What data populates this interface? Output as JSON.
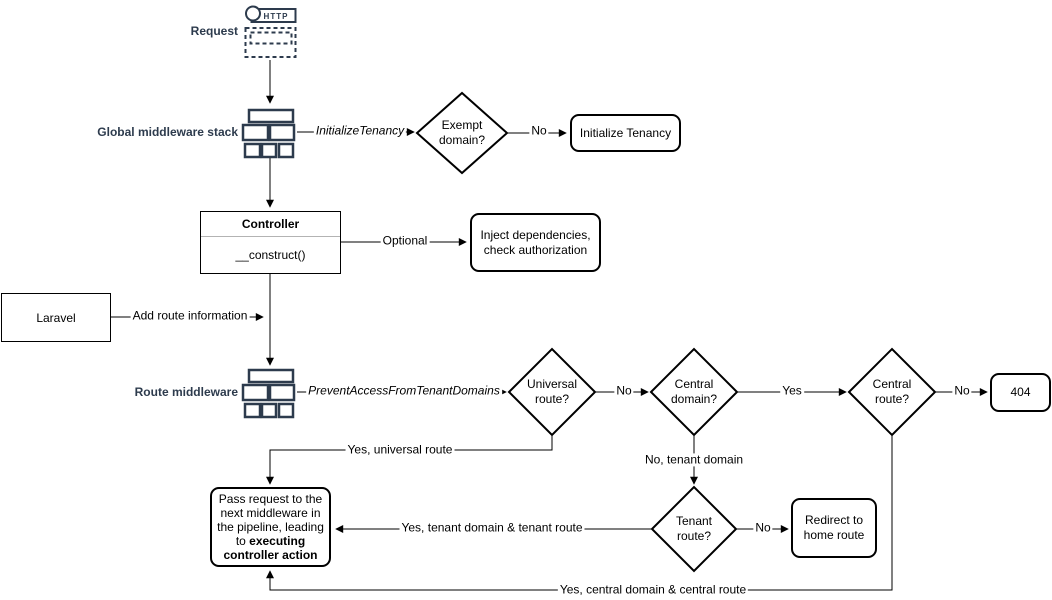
{
  "diagram": {
    "request": {
      "label": "Request",
      "icon_text": "HTTP"
    },
    "middleware": {
      "global_label": "Global middleware stack",
      "route_label": "Route middleware"
    },
    "controller": {
      "title": "Controller",
      "method": "__construct()"
    },
    "nodes": {
      "laravel": "Laravel",
      "initialize_tenancy": "Initialize Tenancy",
      "inject_dependencies": "Inject dependencies, check authorization",
      "not_found": "404",
      "redirect_home": "Redirect to home route",
      "pass_request_normal": "Pass request to the next middleware in the pipeline, leading to ",
      "pass_request_bold": "executing controller action"
    },
    "decisions": {
      "exempt_domain": "Exempt domain?",
      "universal_route": "Universal route?",
      "central_domain": "Central domain?",
      "central_route": "Central route?",
      "tenant_route": "Tenant route?"
    },
    "edge_labels": {
      "initialize_tenancy_mw": "InitializeTenancy",
      "prevent_access_mw": "PreventAccessFromTenantDomains",
      "exempt_no": "No",
      "optional": "Optional",
      "add_route_info": "Add route information",
      "universal_no": "No",
      "central_domain_yes": "Yes",
      "central_route_no": "No",
      "yes_universal_route": "Yes, universal route",
      "no_tenant_domain": "No, tenant domain",
      "yes_tenant_route": "Yes, tenant domain & tenant route",
      "tenant_no": "No",
      "yes_central_route": "Yes, central domain & central route"
    },
    "colors": {
      "navy": "#2d3b4d",
      "line": "#000000",
      "divider": "#b3b3b3"
    }
  }
}
